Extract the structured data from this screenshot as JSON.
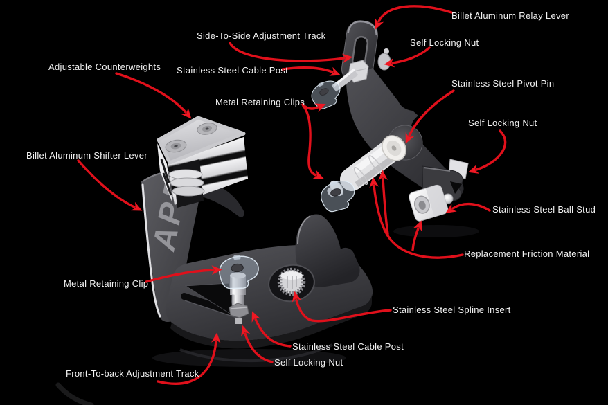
{
  "diagram": {
    "background_color": "#000000",
    "label_color": "#f1f1f1",
    "arrow_color": "#e0101b",
    "metal_light_color": "#e9e9ea",
    "metal_dark_color": "#3b3b3f",
    "logo": {
      "text": "APR"
    },
    "labels": [
      {
        "id": "billet-aluminum-relay-lever",
        "text": "Billet Aluminum Relay Lever"
      },
      {
        "id": "side-to-side-adjustment-track",
        "text": "Side-To-Side Adjustment Track"
      },
      {
        "id": "self-locking-nut-upper",
        "text": "Self Locking Nut"
      },
      {
        "id": "stainless-steel-cable-post-upper",
        "text": "Stainless Steel Cable Post"
      },
      {
        "id": "stainless-steel-pivot-pin",
        "text": "Stainless Steel Pivot Pin"
      },
      {
        "id": "metal-retaining-clips",
        "text": "Metal Retaining Clips"
      },
      {
        "id": "self-locking-nut-right",
        "text": "Self Locking Nut"
      },
      {
        "id": "adjustable-counterweights",
        "text": "Adjustable Counterweights"
      },
      {
        "id": "billet-aluminum-shifter-lever",
        "text": "Billet Aluminum Shifter Lever"
      },
      {
        "id": "stainless-steel-ball-stud",
        "text": "Stainless Steel Ball Stud"
      },
      {
        "id": "replacement-friction-material",
        "text": "Replacement Friction Material"
      },
      {
        "id": "metal-retaining-clip",
        "text": "Metal Retaining Clip"
      },
      {
        "id": "stainless-steel-spline-insert",
        "text": "Stainless Steel Spline Insert"
      },
      {
        "id": "stainless-steel-cable-post-lower",
        "text": "Stainless Steel Cable Post"
      },
      {
        "id": "self-locking-nut-lower",
        "text": "Self Locking Nut"
      },
      {
        "id": "front-to-back-adjustment-track",
        "text": "Front-To-back Adjustment Track"
      }
    ]
  }
}
